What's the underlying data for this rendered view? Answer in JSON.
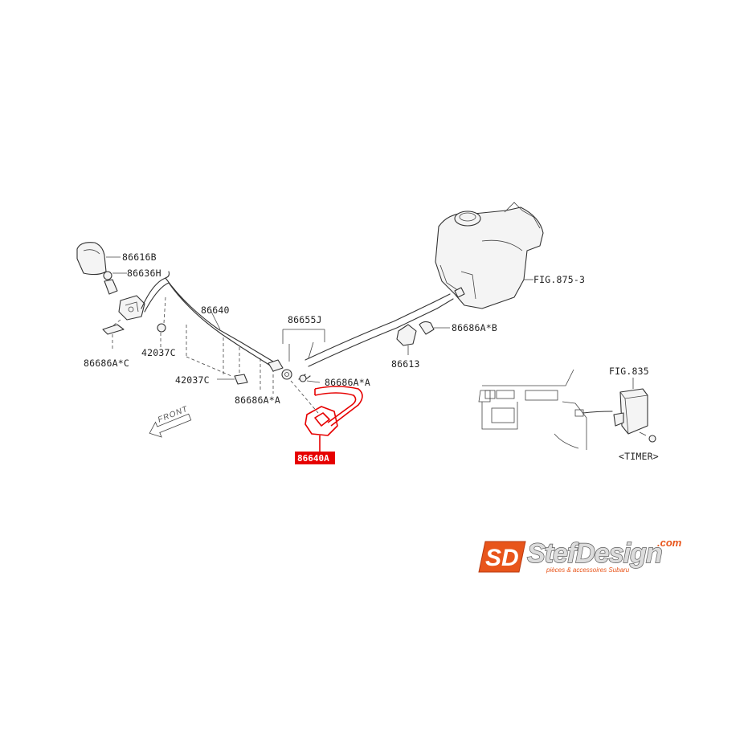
{
  "labels": {
    "p86616B": "86616B",
    "p86636H": "86636H",
    "p86640": "86640",
    "p86686AC": "86686A*C",
    "p42037C_1": "42037C",
    "p42037C_2": "42037C",
    "p86686AA_1": "86686A*A",
    "p86686AA_2": "86686A*A",
    "p86655J": "86655J",
    "p86613": "86613",
    "p86686AB": "86686A*B",
    "fig8753": "FIG.875-3",
    "fig835": "FIG.835",
    "timer": "<TIMER>",
    "highlighted": "86640A",
    "front": "FRONT"
  },
  "highlight_color": "#e60000",
  "brand": {
    "logo_letters": "SD",
    "name": "StefDesign",
    "domain": ".com",
    "tagline": "pièces & accessoires Subaru",
    "accent": "#e8551b"
  }
}
